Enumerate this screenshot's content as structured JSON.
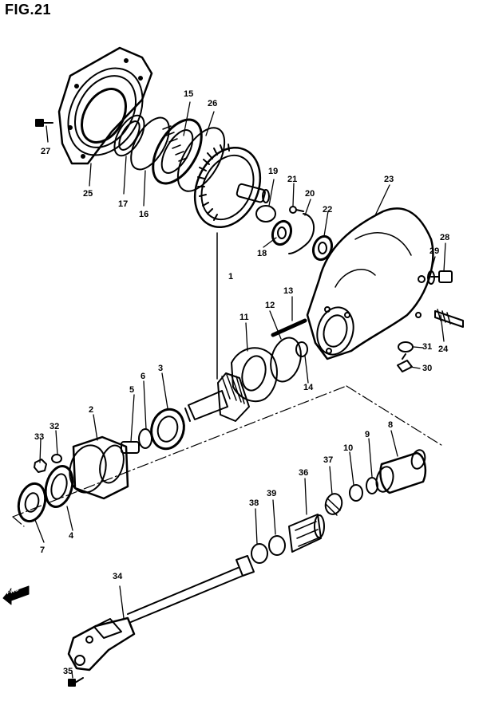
{
  "figure_title": "FIG.21",
  "direction_label": "FWD",
  "parts": [
    "1",
    "2",
    "3",
    "4",
    "5",
    "6",
    "7",
    "8",
    "9",
    "10",
    "11",
    "12",
    "13",
    "14",
    "15",
    "16",
    "17",
    "18",
    "19",
    "20",
    "21",
    "22",
    "23",
    "24",
    "25",
    "26",
    "27",
    "28",
    "29",
    "30",
    "31",
    "32",
    "33",
    "34",
    "35",
    "36",
    "37",
    "38",
    "39"
  ]
}
